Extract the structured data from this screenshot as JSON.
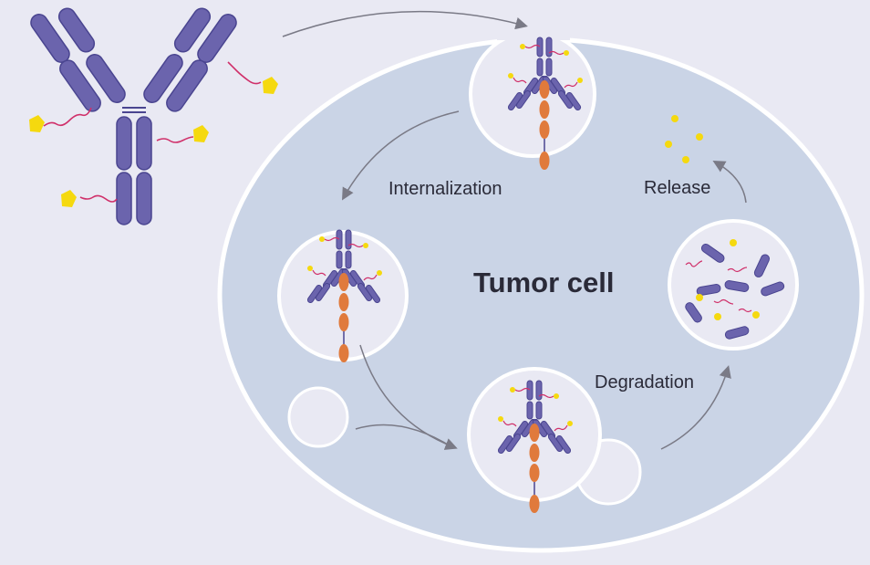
{
  "diagram": {
    "center_label": "Tumor cell",
    "steps": {
      "internalization": "Internalization",
      "degradation": "Degradation",
      "release": "Release"
    }
  },
  "colors": {
    "background": "#e9e9f3",
    "cell_fill": "#cad4e6",
    "cell_border": "#ffffff",
    "vesicle_fill": "#e9e9f3",
    "antibody": "#6b64ad",
    "antibody_outline": "#4a4590",
    "payload": "#f5d90f",
    "linker": "#d0306a",
    "receptor": "#e07a3c",
    "arrow": "#7a7a86"
  }
}
